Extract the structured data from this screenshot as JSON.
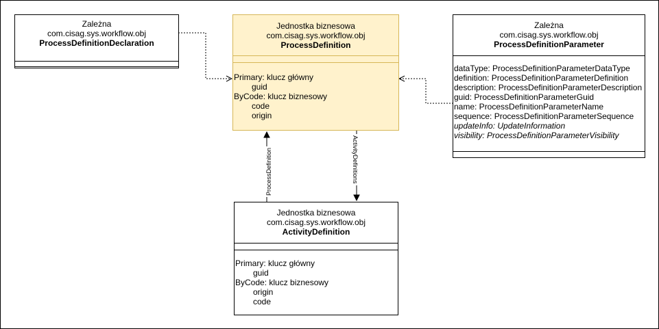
{
  "colors": {
    "highlight_fill": "#fff2cc",
    "highlight_border": "#d6b656",
    "line": "#000000"
  },
  "boxes": {
    "pdd": {
      "stereotype": "Zależna",
      "package": "com.cisag.sys.workflow.obj",
      "name": "ProcessDefinitionDeclaration"
    },
    "pd": {
      "stereotype": "Jednostka biznesowa",
      "package": "com.cisag.sys.workflow.obj",
      "name": "ProcessDefinition",
      "keys": [
        {
          "text": "Primary: klucz główny",
          "indent": false
        },
        {
          "text": "guid",
          "indent": true
        },
        {
          "text": "ByCode: klucz biznesowy",
          "indent": false
        },
        {
          "text": "code",
          "indent": true
        },
        {
          "text": "origin",
          "indent": true
        }
      ]
    },
    "pdp": {
      "stereotype": "Zależna",
      "package": "com.cisag.sys.workflow.obj",
      "name": "ProcessDefinitionParameter",
      "attributes": [
        {
          "text": "dataType: ProcessDefinitionParameterDataType",
          "italic": false
        },
        {
          "text": "definition: ProcessDefinitionParameterDefinition",
          "italic": false
        },
        {
          "text": "description: ProcessDefinitionParameterDescription",
          "italic": false
        },
        {
          "text": "guid: ProcessDefinitionParameterGuid",
          "italic": false
        },
        {
          "text": "name: ProcessDefinitionParameterName",
          "italic": false
        },
        {
          "text": "sequence: ProcessDefinitionParameterSequence",
          "italic": false
        },
        {
          "text": "updateInfo: UpdateInformation",
          "italic": true
        },
        {
          "text": "visibility: ProcessDefinitionParameterVisibility",
          "italic": true
        }
      ]
    },
    "ad": {
      "stereotype": "Jednostka biznesowa",
      "package": "com.cisag.sys.workflow.obj",
      "name": "ActivityDefinition",
      "keys": [
        {
          "text": "Primary: klucz główny",
          "indent": false
        },
        {
          "text": "guid",
          "indent": true
        },
        {
          "text": "ByCode: klucz biznesowy",
          "indent": false
        },
        {
          "text": "origin",
          "indent": true
        },
        {
          "text": "code",
          "indent": true
        }
      ]
    }
  },
  "edges": {
    "to_process_definition": "ProcessDefinition",
    "to_activity_definitions": "ActivityDefinitions"
  }
}
